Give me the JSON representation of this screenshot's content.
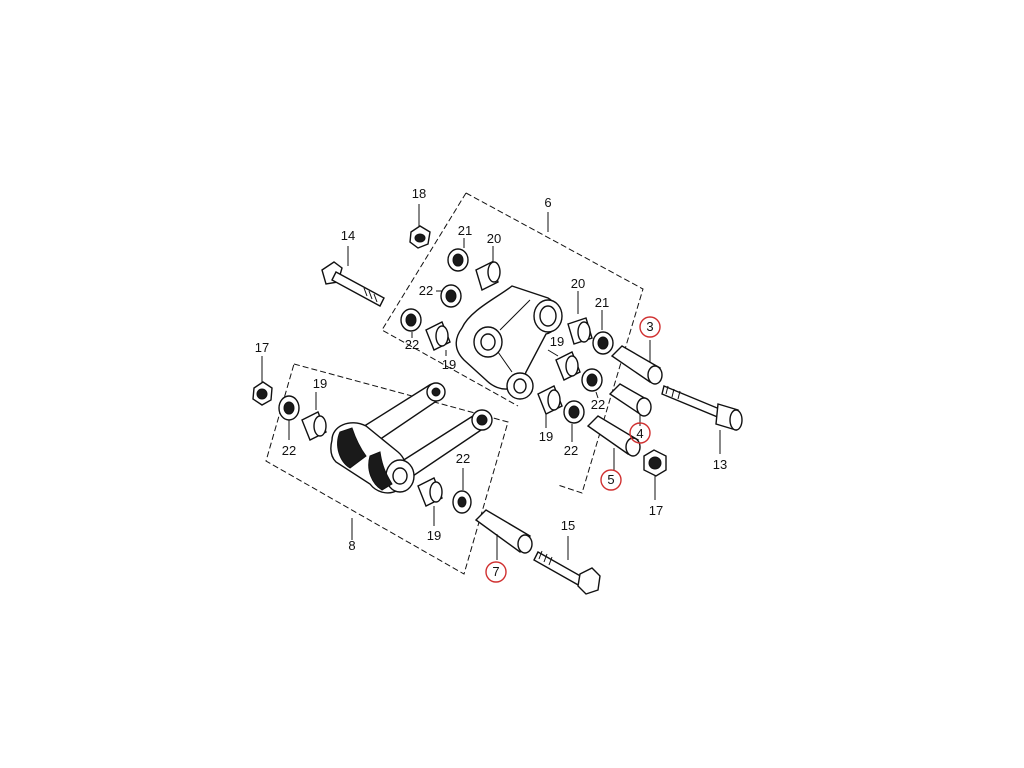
{
  "callouts": {
    "c3": "3",
    "c4": "4",
    "c5": "5",
    "c6": "6",
    "c7": "7",
    "c8": "8",
    "c13": "13",
    "c14": "14",
    "c15": "15",
    "c17a": "17",
    "c17b": "17",
    "c18": "18",
    "c19a": "19",
    "c19b": "19",
    "c19c": "19",
    "c19d": "19",
    "c19e": "19",
    "c20a": "20",
    "c20b": "20",
    "c21a": "21",
    "c21b": "21",
    "c22a": "22",
    "c22b": "22",
    "c22c": "22",
    "c22d": "22",
    "c22e": "22",
    "c22f": "22"
  },
  "highlighted_callouts": [
    "3",
    "4",
    "5",
    "7"
  ],
  "colors": {
    "highlight": "#d03030",
    "ink": "#111111",
    "background": "#ffffff"
  }
}
